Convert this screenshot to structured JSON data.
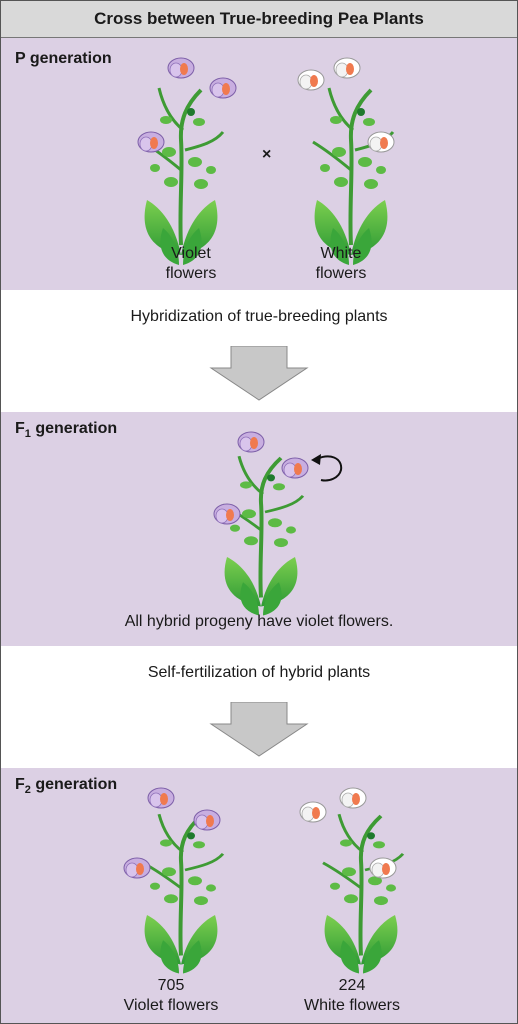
{
  "title": "Cross between True-breeding Pea Plants",
  "p_generation": {
    "label": "P generation",
    "cross_symbol": "×",
    "left_caption_line1": "Violet",
    "left_caption_line2": "flowers",
    "right_caption_line1": "White",
    "right_caption_line2": "flowers"
  },
  "step1": "Hybridization of true-breeding plants",
  "f1_generation": {
    "label_prefix": "F",
    "label_sub": "1",
    "label_suffix": " generation",
    "caption": "All hybrid progeny have violet flowers."
  },
  "step2": "Self-fertilization of hybrid plants",
  "f2_generation": {
    "label_prefix": "F",
    "label_sub": "2",
    "label_suffix": " generation",
    "left_count": "705",
    "left_caption": "Violet flowers",
    "right_count": "224",
    "right_caption": "White flowers"
  },
  "colors": {
    "panel": "#dcd0e4",
    "violet_flower": "#c8aee0",
    "white_flower": "#ffffff",
    "leaf": "#4caf3a",
    "arrow": "#c8c8c8"
  }
}
